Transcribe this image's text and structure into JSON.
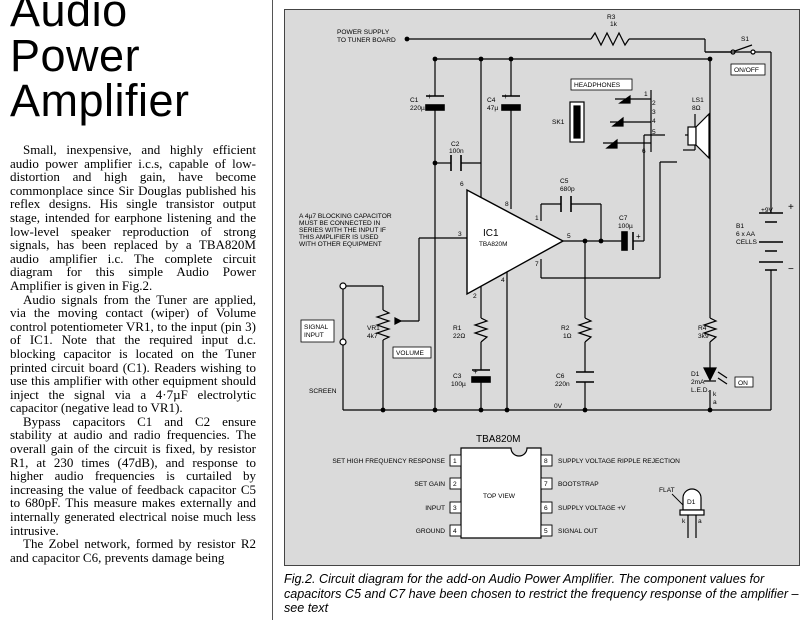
{
  "article": {
    "title_lines": [
      "Audio",
      "Power",
      "Amplifier"
    ],
    "paragraphs": [
      "Small, inexpensive, and highly efficient audio power amplifier i.c.s, capable of low-distortion and high gain, have become commonplace since Sir Douglas published his reflex designs. His single transistor output stage, intended for earphone listening and the low-level speaker reproduction of strong signals, has been replaced by a TBA820M audio amplifier i.c. The complete circuit diagram for this simple Audio Power Amplifier is given in Fig.2.",
      "Audio signals from the Tuner are applied, via the moving contact (wiper) of Volume control potentiometer VR1, to the input (pin 3) of IC1. Note that the required input d.c. blocking capacitor is located on the Tuner printed circuit board (C1). Readers wishing to use this amplifier with other equipment should inject the signal via a 4·7µF electrolytic capacitor (negative lead to VR1).",
      "Bypass capacitors C1 and C2 ensure stability at audio and radio frequencies. The overall gain of the circuit is fixed, by resistor R1, at 230 times (47dB), and response to higher audio frequencies is curtailed by increasing the value of feedback capacitor C5 to 680pF. This measure makes externally and internally generated electrical noise much less intrusive.",
      "The Zobel network, formed by resistor R2 and capacitor C6, prevents damage being"
    ]
  },
  "caption": "Fig.2. Circuit diagram for the add-on Audio Power Amplifier. The component values for capacitors C5 and C7 have been chosen to restrict the frequency response of the amplifier – see text",
  "schematic": {
    "power_supply_label": [
      "POWER SUPPLY",
      "TO TUNER BOARD"
    ],
    "r3": [
      "R3",
      "1k"
    ],
    "s1": [
      "S1",
      "ON/OFF"
    ],
    "headphones": "HEADPHONES",
    "sk1": "SK1",
    "ls1": [
      "LS1",
      "8Ω"
    ],
    "c1": [
      "C1",
      "220µ"
    ],
    "c4": [
      "C4",
      "47µ"
    ],
    "c2": [
      "C2",
      "100n"
    ],
    "c5": [
      "C5",
      "680p"
    ],
    "c7": [
      "C7",
      "100µ"
    ],
    "ic1": [
      "IC1",
      "TBA820M"
    ],
    "note": [
      "A 4µ7 BLOCKING CAPACITOR",
      "MUST BE CONNECTED IN",
      "SERIES WITH THE INPUT IF",
      "THIS AMPLIFIER IS USED",
      "WITH OTHER EQUIPMENT"
    ],
    "signal_input": [
      "SIGNAL",
      "INPUT"
    ],
    "screen": "SCREEN",
    "vr1": [
      "VR1",
      "4k7"
    ],
    "volume": "VOLUME",
    "r1": [
      "R1",
      "22Ω"
    ],
    "r2": [
      "R2",
      "1Ω"
    ],
    "c3": [
      "C3",
      "100µ"
    ],
    "c6": [
      "C6",
      "220n"
    ],
    "r4": [
      "R4",
      "3k9"
    ],
    "d1": [
      "D1",
      "2mA",
      "L.E.D."
    ],
    "on": "ON",
    "b1": [
      "B1",
      "6 x AA",
      "CELLS"
    ],
    "plus9v": "+9V",
    "zero_v": "0V",
    "pin_numbers": [
      "6",
      "8",
      "3",
      "1",
      "5",
      "7",
      "2",
      "4"
    ],
    "jack_pins": [
      "1",
      "2",
      "3",
      "4",
      "5",
      "6"
    ],
    "led_pins": [
      "k",
      "a"
    ],
    "plus": "+",
    "minus": "−",
    "pinout": {
      "title": "TBA820M",
      "top_view": "TOP VIEW",
      "left_pins": [
        {
          "num": "1",
          "label": "SET HIGH FREQUENCY RESPONSE"
        },
        {
          "num": "2",
          "label": "SET GAIN"
        },
        {
          "num": "3",
          "label": "INPUT"
        },
        {
          "num": "4",
          "label": "GROUND"
        }
      ],
      "right_pins": [
        {
          "num": "8",
          "label": "SUPPLY VOLTAGE RIPPLE REJECTION"
        },
        {
          "num": "7",
          "label": "BOOTSTRAP"
        },
        {
          "num": "6",
          "label": "SUPPLY VOLTAGE +V"
        },
        {
          "num": "5",
          "label": "SIGNAL OUT"
        }
      ]
    },
    "led_detail": {
      "flat": "FLAT",
      "name": "D1",
      "k": "k",
      "a": "a"
    }
  }
}
